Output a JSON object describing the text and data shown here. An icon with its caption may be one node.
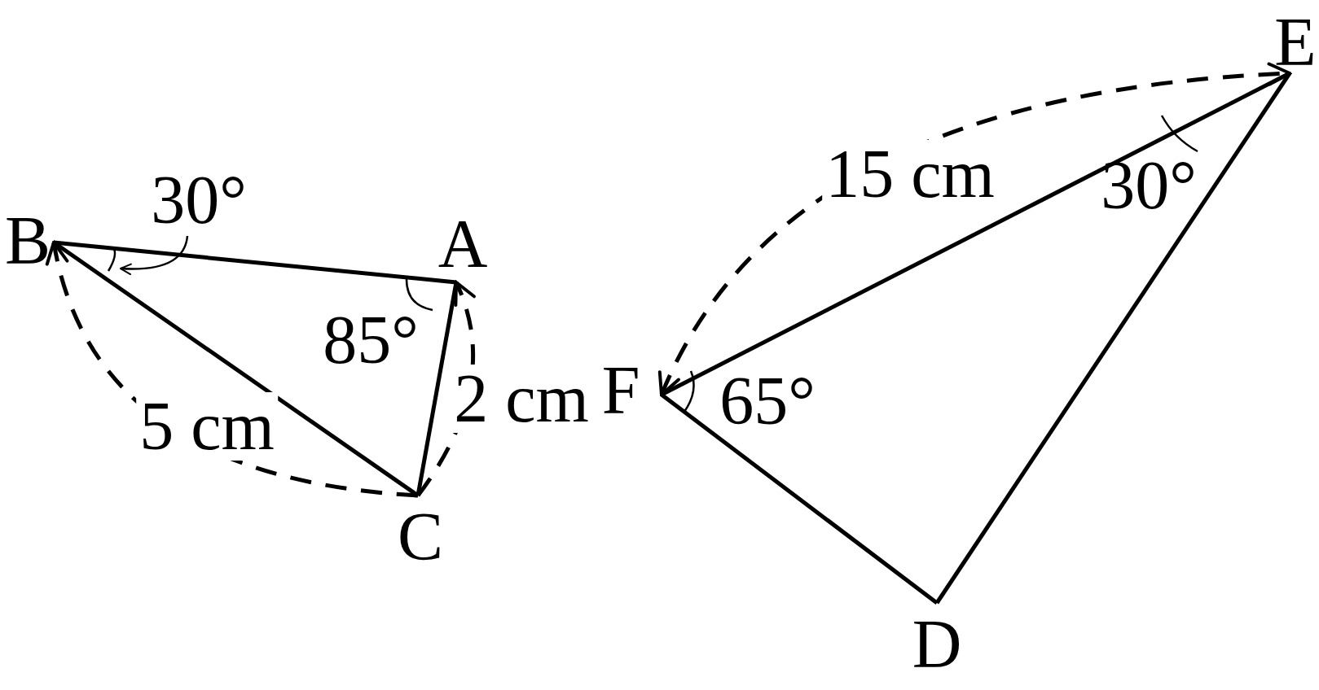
{
  "diagram": {
    "nodes": [
      {
        "text": [
          "A"
        ]
      },
      {
        "text": [
          "B"
        ]
      },
      {
        "text": [
          "C"
        ]
      },
      {
        "text": [
          "E"
        ]
      },
      {
        "text": [
          "F"
        ]
      },
      {
        "text": [
          "D"
        ]
      },
      {
        "text": [
          "30°"
        ]
      }
    ],
    "edges": [
      {
        "from": 1,
        "to": 0,
        "arrow": "none"
      },
      {
        "from": 0,
        "to": 2,
        "arrow": "none"
      },
      {
        "from": 2,
        "to": 1,
        "arrow": "none"
      },
      {
        "from": 2,
        "to": 1,
        "arrow": "to",
        "style": "dashed",
        "label": "5 cm"
      },
      {
        "from": 2,
        "to": 0,
        "arrow": "to",
        "style": "dashed",
        "label": "2 cm"
      },
      {
        "from": 4,
        "to": 3,
        "arrow": "none"
      },
      {
        "from": 3,
        "to": 5,
        "arrow": "none"
      },
      {
        "from": 5,
        "to": 4,
        "arrow": "none"
      },
      {
        "from": 4,
        "to": 3,
        "arrow": "both",
        "style": "dashed",
        "label": "15 cm"
      },
      {
        "from": 6,
        "to": null,
        "arrow": "to"
      }
    ],
    "labels": [
      "85°",
      "65°",
      "30°"
    ]
  }
}
